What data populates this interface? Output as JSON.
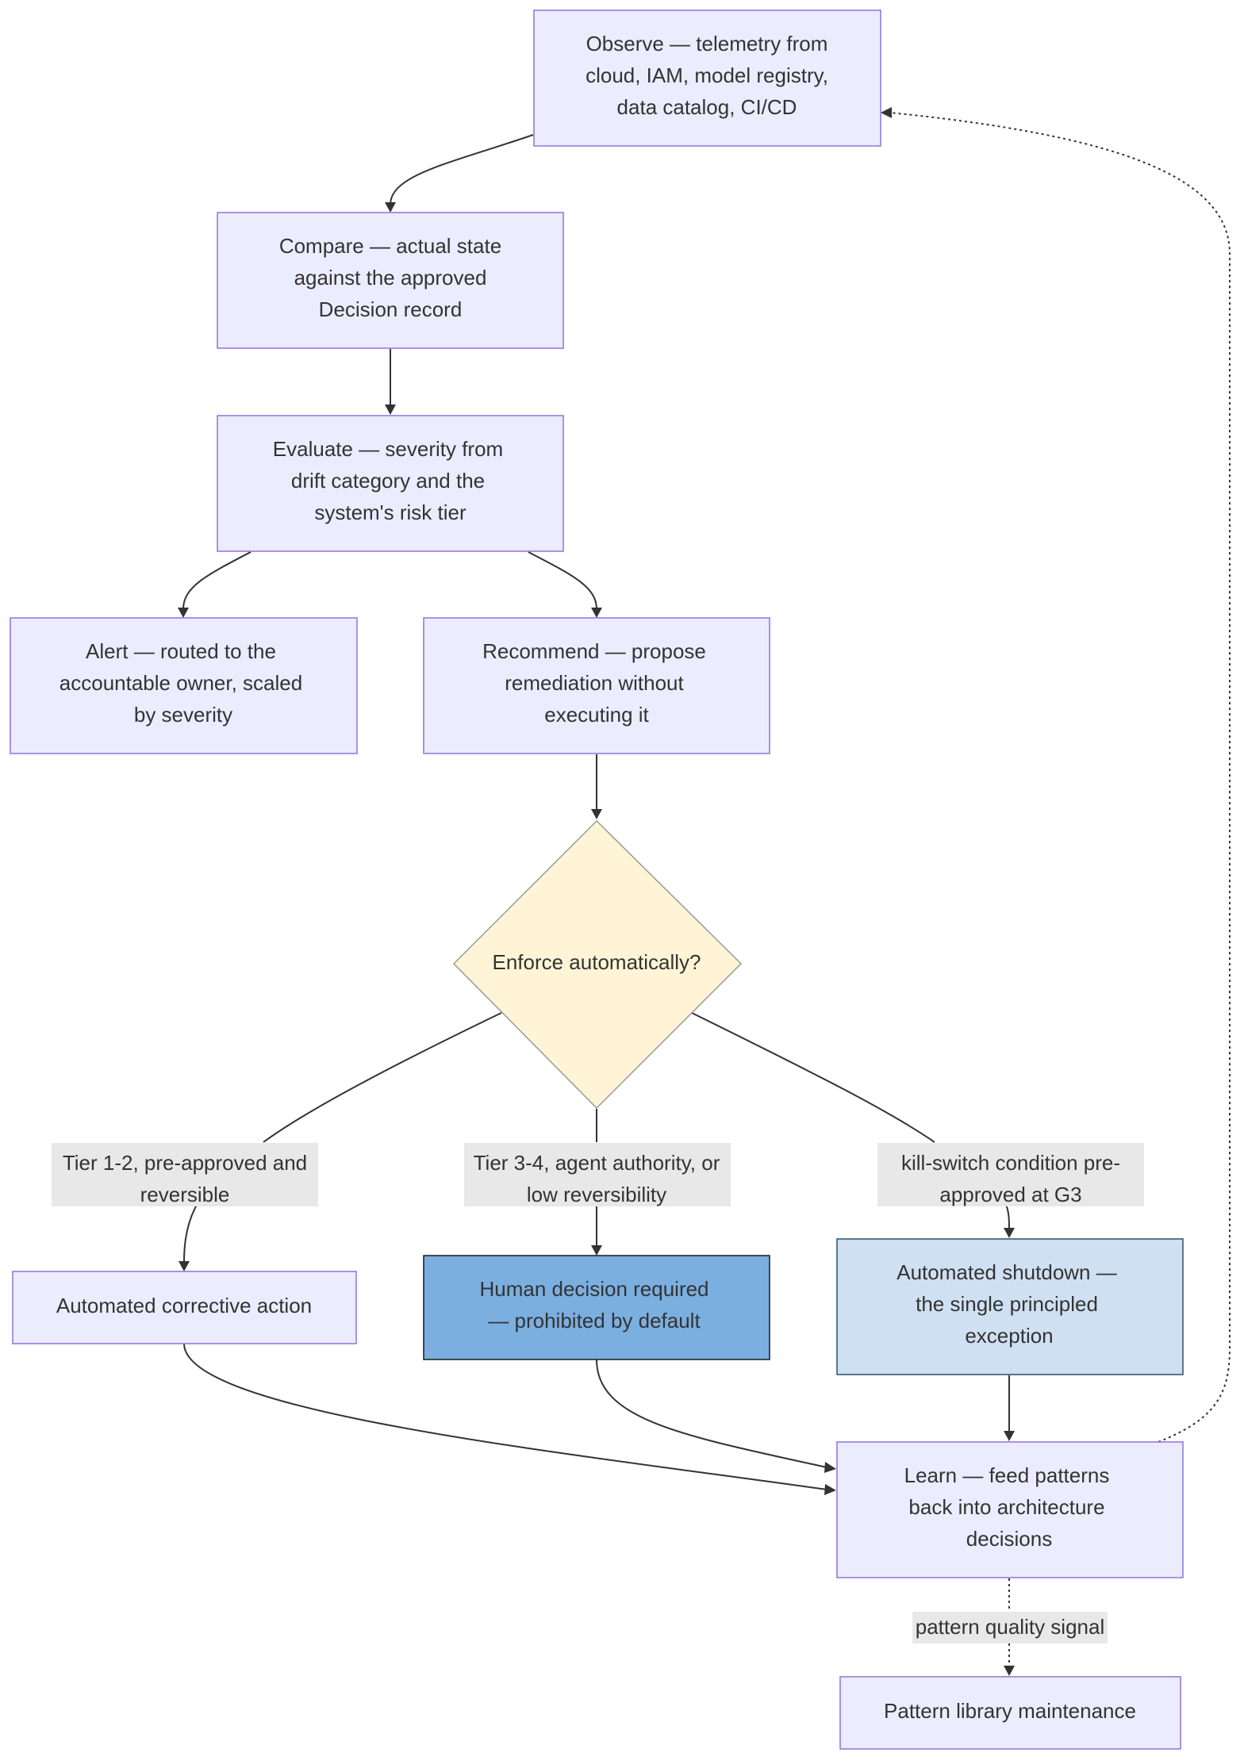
{
  "nodes": {
    "observe": [
      "Observe — telemetry from",
      "cloud, IAM, model registry,",
      "data catalog, CI/CD"
    ],
    "compare": [
      "Compare — actual state",
      "against the approved",
      "Decision record"
    ],
    "evaluate": [
      "Evaluate — severity from",
      "drift category and the",
      "system's risk tier"
    ],
    "alert": [
      "Alert — routed to the",
      "accountable owner, scaled",
      "by severity"
    ],
    "recommend": [
      "Recommend — propose",
      "remediation without",
      "executing it"
    ],
    "decision": [
      "Enforce automatically?"
    ],
    "corrective": [
      "Automated corrective action"
    ],
    "human": [
      "Human decision required",
      "— prohibited by default"
    ],
    "shutdown": [
      "Automated shutdown —",
      "the single principled",
      "exception"
    ],
    "learn": [
      "Learn — feed patterns",
      "back into architecture",
      "decisions"
    ],
    "pattern": [
      "Pattern library maintenance"
    ]
  },
  "edge_labels": {
    "tier12": [
      "Tier 1-2, pre-approved and",
      "reversible"
    ],
    "tier34": [
      "Tier 3-4, agent authority, or",
      "low reversibility"
    ],
    "killswitch": [
      "kill-switch condition pre-",
      "approved at G3"
    ],
    "quality": [
      "pattern quality signal"
    ]
  },
  "colors": {
    "node_fill": "#ECECFF",
    "node_stroke": "#9370DB",
    "decision_fill": "#FFF5D6",
    "human_fill": "#7BAFE0",
    "shutdown_fill": "#CFE0F2",
    "edge": "#333333",
    "label_bg": "#E8E8E8"
  }
}
